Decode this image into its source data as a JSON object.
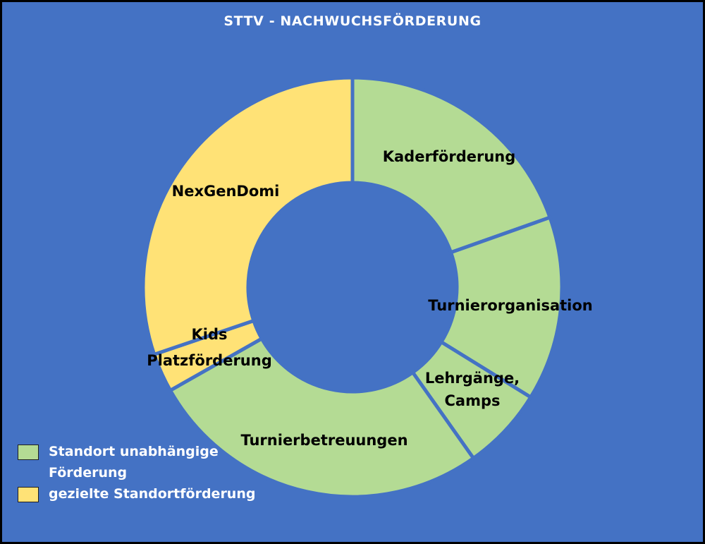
{
  "chart_data": {
    "type": "pie",
    "title": "STTV - NACHWUCHSFÖRDERUNG",
    "slices": [
      {
        "label": "Kaderförderung",
        "value": 19.6,
        "group": 0
      },
      {
        "label": "Turnierorganisation",
        "value": 14.2,
        "group": 0
      },
      {
        "label": "Lehrgänge, Camps",
        "value": 6.4,
        "group": 0
      },
      {
        "label": "Turnierbetreuungen",
        "value": 26.6,
        "group": 0
      },
      {
        "label": "Kids Platzförderung",
        "value": 3.0,
        "group": 1
      },
      {
        "label": "NexGenDomi",
        "value": 30.2,
        "group": 1
      }
    ],
    "legend": [
      {
        "label": "Standort unabhängige Förderung",
        "color": "#B4DB94"
      },
      {
        "label": "gezielte Standortförderung",
        "color": "#FFE276"
      }
    ],
    "legend_position": "bottom-left"
  },
  "colors": {
    "background": "#4472C4",
    "separator": "#4472C4",
    "frame": "#000000",
    "title_text": "#FFFFFF",
    "label_text": "#000000"
  }
}
